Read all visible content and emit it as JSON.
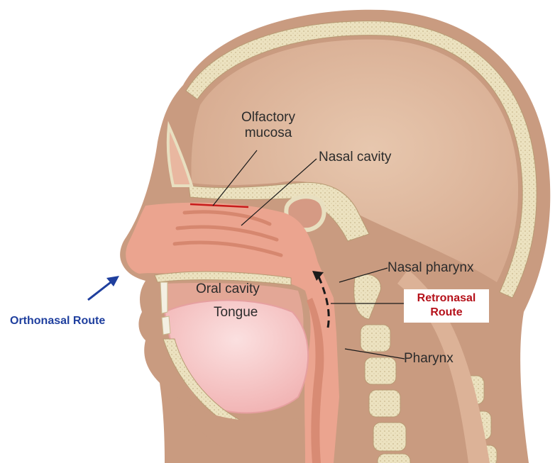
{
  "labels": {
    "olfactory_mucosa_line1": "Olfactory",
    "olfactory_mucosa_line2": "mucosa",
    "nasal_cavity": "Nasal cavity",
    "nasal_pharynx": "Nasal pharynx",
    "oral_cavity": "Oral cavity",
    "tongue": "Tongue",
    "pharynx": "Pharynx"
  },
  "routes": {
    "orthonasal": "Orthonasal Route",
    "retronasal_line1": "Retronasal",
    "retronasal_line2": "Route"
  },
  "colors": {
    "skin": "#c99b80",
    "bone": "#ede3c2",
    "tissue": "#eba48f",
    "orthonasal": "#1f3f9e",
    "retronasal": "#b5121b"
  }
}
